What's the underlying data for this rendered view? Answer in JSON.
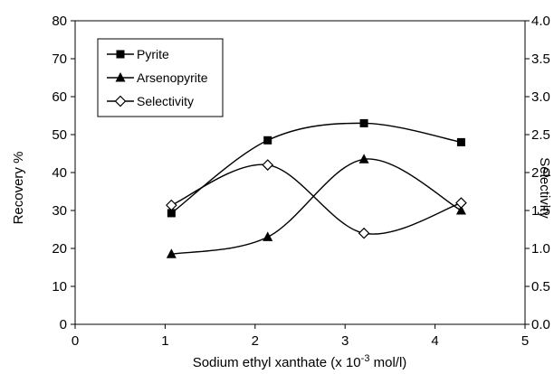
{
  "chart_data": {
    "type": "line",
    "xlabel": "Sodium ethyl xanthate  (x 10",
    "xlabel_exp": "-3",
    "xlabel_unit": " mol/l)",
    "ylabel": "Recovery %",
    "y2label": "Selectivity",
    "xlim": [
      0,
      5
    ],
    "ylim": [
      0,
      80
    ],
    "y2lim": [
      0,
      4
    ],
    "x_ticks": [
      "0",
      "1",
      "2",
      "3",
      "4",
      "5"
    ],
    "y_ticks": [
      "0",
      "10",
      "20",
      "30",
      "40",
      "50",
      "60",
      "70",
      "80"
    ],
    "y2_ticks": [
      "0.0",
      "0.5",
      "1.0",
      "1.5",
      "2.0",
      "2.5",
      "3.0",
      "3.5",
      "4.0"
    ],
    "grid": false,
    "legend_position": "top-left",
    "series": [
      {
        "name": "Pyrite",
        "axis": "left",
        "marker": "square",
        "x": [
          1.07,
          2.14,
          3.21,
          4.29
        ],
        "values": [
          29.3,
          48.5,
          53.0,
          48.0
        ]
      },
      {
        "name": "Arsenopyrite",
        "axis": "left",
        "marker": "triangle",
        "x": [
          1.07,
          2.14,
          3.21,
          4.29
        ],
        "values": [
          18.5,
          23.0,
          43.5,
          30.0
        ]
      },
      {
        "name": "Selectivity",
        "axis": "right",
        "marker": "diamond",
        "x": [
          1.07,
          2.14,
          3.21,
          4.29
        ],
        "values": [
          1.57,
          2.1,
          1.2,
          1.6
        ]
      }
    ]
  }
}
